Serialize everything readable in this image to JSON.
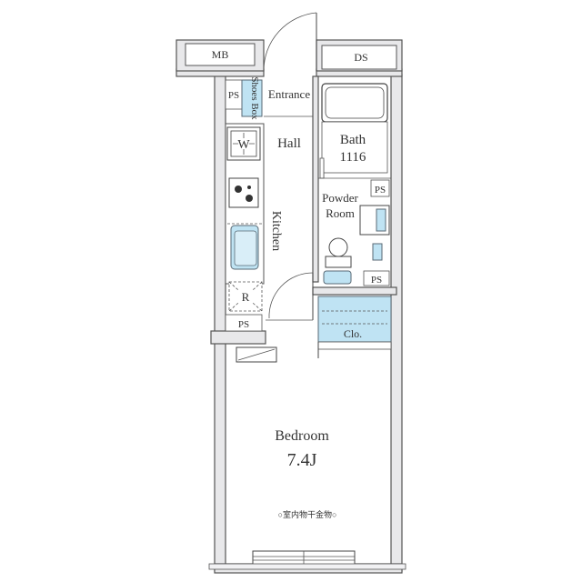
{
  "labels": {
    "mb": "MB",
    "ds": "DS",
    "ps": "PS",
    "shoes_box": "Shoes Box",
    "entrance": "Entrance",
    "hall": "Hall",
    "washer": "W",
    "bath_name": "Bath",
    "bath_size": "1116",
    "powder_line1": "Powder",
    "powder_line2": "Room",
    "kitchen": "Kitchen",
    "refrigerator": "R",
    "closet": "Clo.",
    "bedroom": "Bedroom",
    "bedroom_size": "7.4J",
    "note": "○室内物干金物○"
  },
  "colors": {
    "wall": "#e8e8ea",
    "fixture_blue": "#bfe3f3",
    "line": "#444444",
    "text": "#333333"
  }
}
